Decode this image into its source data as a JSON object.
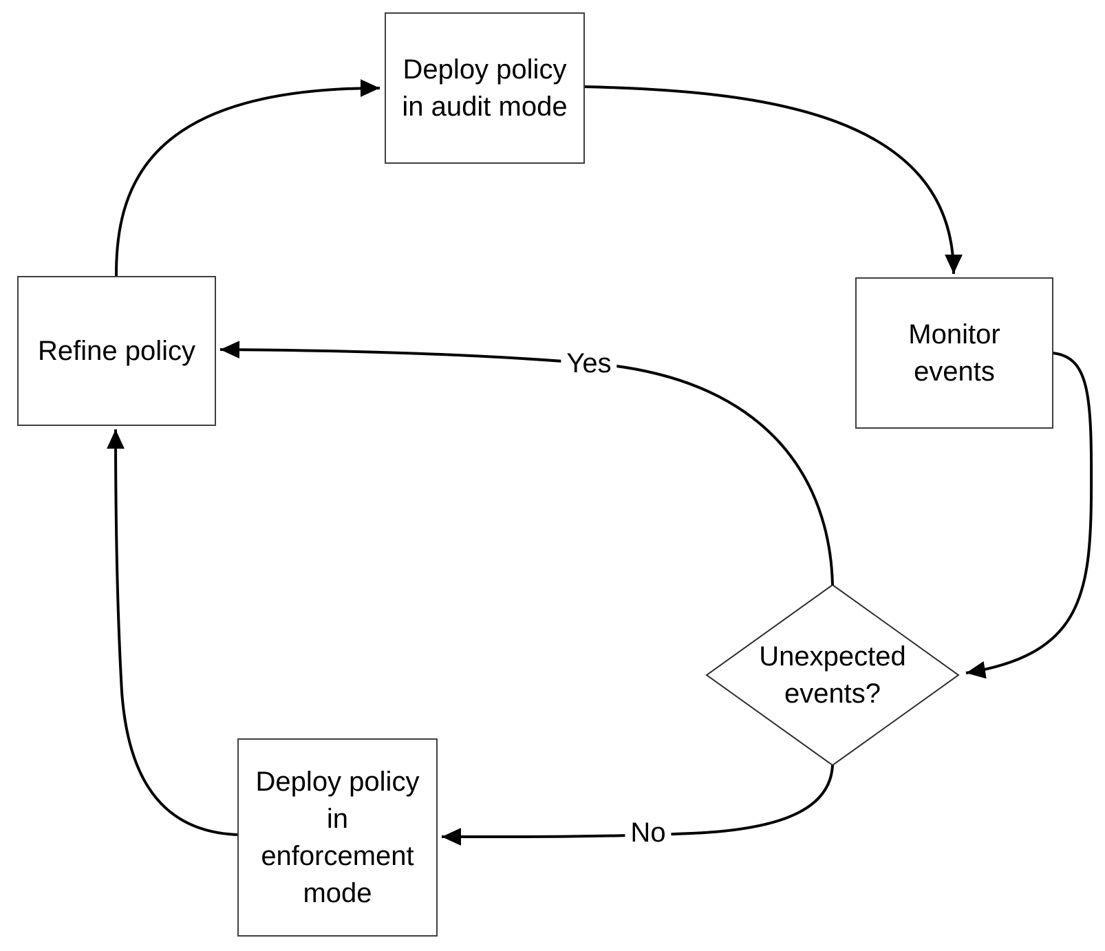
{
  "diagram": {
    "type": "flowchart",
    "background_color": "#ffffff",
    "text_color": "#000000",
    "connector_color": "#000000",
    "box_border_color": "#3f3f3f",
    "nodes": [
      {
        "id": "deploy-audit",
        "shape": "rectangle",
        "label": "Deploy policy\nin audit mode"
      },
      {
        "id": "monitor-events",
        "shape": "rectangle",
        "label": "Monitor\nevents"
      },
      {
        "id": "unexpected-events",
        "shape": "diamond",
        "label": "Unexpected\nevents?"
      },
      {
        "id": "deploy-enforcement",
        "shape": "rectangle",
        "label": "Deploy policy\nin\nenforcement\nmode"
      },
      {
        "id": "refine-policy",
        "shape": "rectangle",
        "label": "Refine policy"
      }
    ],
    "edges": [
      {
        "from": "refine-policy",
        "to": "deploy-audit",
        "label": ""
      },
      {
        "from": "deploy-audit",
        "to": "monitor-events",
        "label": ""
      },
      {
        "from": "monitor-events",
        "to": "unexpected-events",
        "label": ""
      },
      {
        "from": "unexpected-events",
        "to": "refine-policy",
        "label": "Yes"
      },
      {
        "from": "unexpected-events",
        "to": "deploy-enforcement",
        "label": "No"
      },
      {
        "from": "deploy-enforcement",
        "to": "refine-policy",
        "label": ""
      }
    ]
  }
}
